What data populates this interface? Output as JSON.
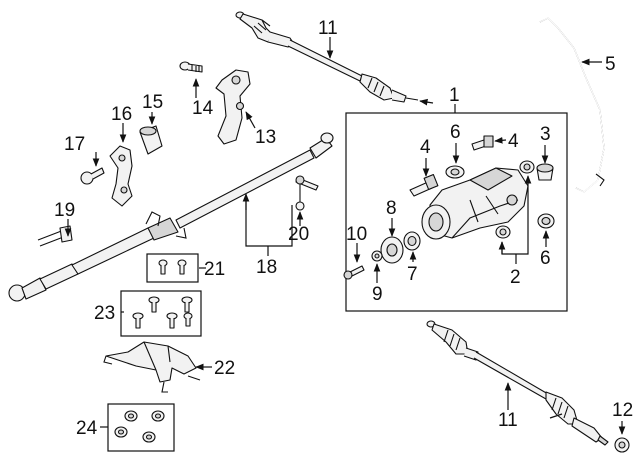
{
  "callouts": {
    "c1": "1",
    "c2a": "2",
    "c2b": "2",
    "c3": "3",
    "c4a": "4",
    "c4b": "4",
    "c5": "5",
    "c6a": "6",
    "c6b": "6",
    "c7": "7",
    "c8": "8",
    "c9": "9",
    "c10": "10",
    "c11a": "11",
    "c11b": "11",
    "c12": "12",
    "c13": "13",
    "c14": "14",
    "c15": "15",
    "c16": "16",
    "c17": "17",
    "c18": "18",
    "c19": "19",
    "c20": "20",
    "c21": "21",
    "c22": "22",
    "c23": "23",
    "c24": "24"
  }
}
